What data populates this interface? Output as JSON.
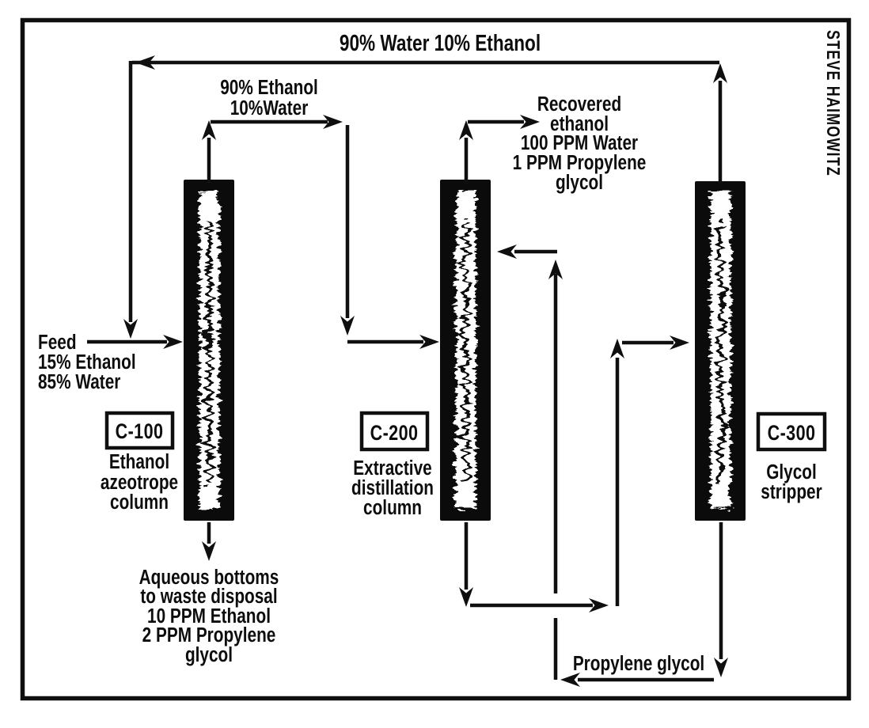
{
  "figure": {
    "credit": "STEVE HAIMOWITZ"
  },
  "streams": {
    "top_recycle": {
      "label": "90% Water 10% Ethanol"
    },
    "azeotrope_overhead": {
      "lines": [
        "90% Ethanol",
        "10%Water"
      ]
    },
    "feed": {
      "lines": [
        "Feed",
        "15% Ethanol",
        "85% Water"
      ]
    },
    "recovered_ethanol": {
      "lines": [
        "Recovered",
        "ethanol",
        "100 PPM Water",
        "1 PPM Propylene",
        "glycol"
      ]
    },
    "aqueous_bottoms": {
      "lines": [
        "Aqueous bottoms",
        "to waste disposal",
        "10 PPM Ethanol",
        "2 PPM Propylene",
        "glycol"
      ]
    },
    "propylene_glycol": {
      "label": "Propylene glycol"
    }
  },
  "columns": [
    {
      "tag": "C-100",
      "name_lines": [
        "Ethanol",
        "azeotrope",
        "column"
      ]
    },
    {
      "tag": "C-200",
      "name_lines": [
        "Extractive",
        "distillation",
        "column"
      ]
    },
    {
      "tag": "C-300",
      "name_lines": [
        "Glycol",
        "stripper"
      ]
    }
  ],
  "colors": {
    "ink": "#0f0f0f",
    "paper": "#ffffff"
  }
}
